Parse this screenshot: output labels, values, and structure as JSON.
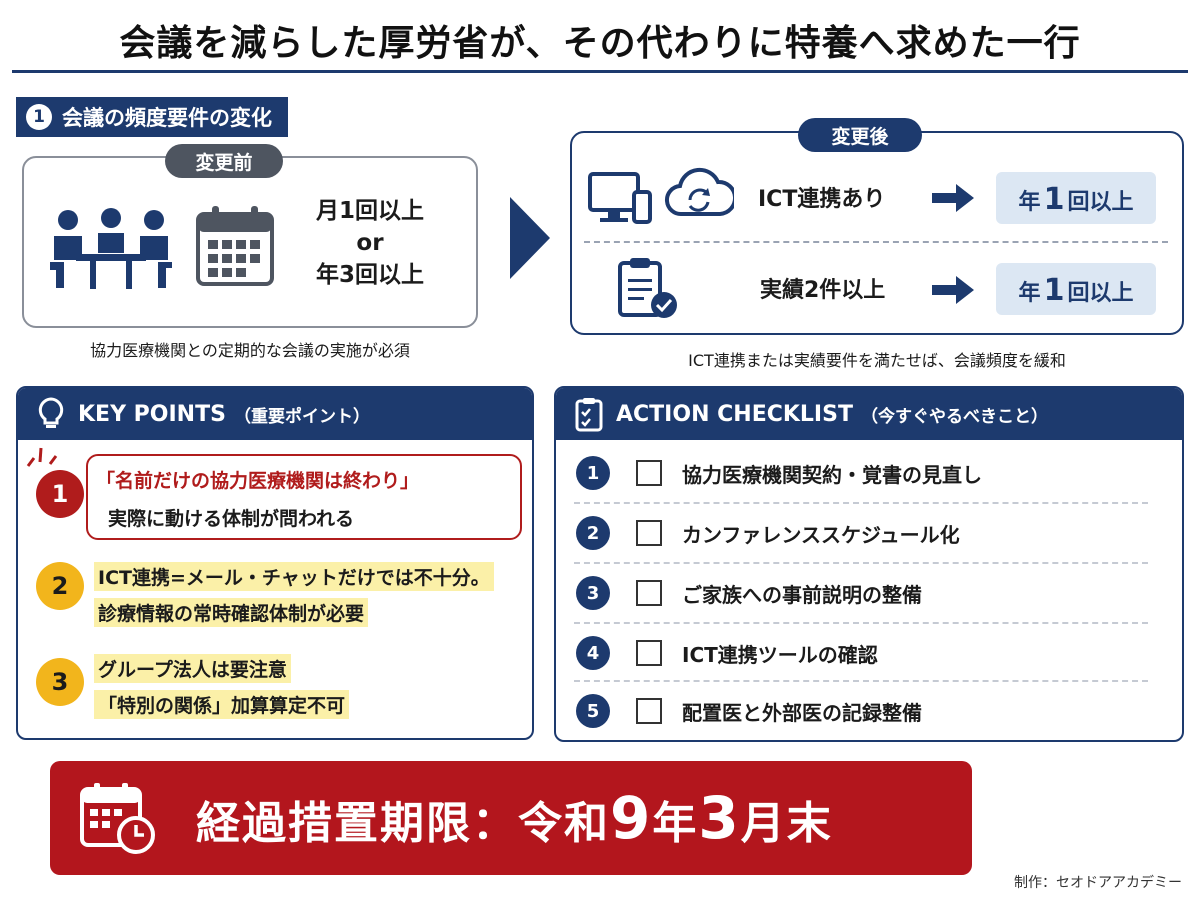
{
  "title": "会議を減らした厚労省が、その代わりに特養へ求めた一行",
  "section1": {
    "number": "1",
    "heading": "会議の頻度要件の変化",
    "before": {
      "pill": "変更前",
      "freq_line1": "月1回以上",
      "freq_line2": "or",
      "freq_line3": "年3回以上",
      "caption": "協力医療機関との定期的な会議の実施が必須"
    },
    "after": {
      "pill": "変更後",
      "row1_label": "ICT連携あり",
      "row1_result_prefix": "年",
      "row1_result_num": "1",
      "row1_result_suffix": "回以上",
      "row2_label": "実績2件以上",
      "row2_result_prefix": "年",
      "row2_result_num": "1",
      "row2_result_suffix": "回以上",
      "caption": "ICT連携または実績要件を満たせば、会議頻度を緩和"
    }
  },
  "key_points": {
    "heading": "KEY POINTS",
    "heading_sub": "（重要ポイント）",
    "items": [
      {
        "number": "1",
        "line1": "「名前だけの協力医療機関は終わり」",
        "line2": "実際に動ける体制が問われる"
      },
      {
        "number": "2",
        "line1": "ICT連携=メール・チャットだけでは不十分。",
        "line2": "診療情報の常時確認体制が必要"
      },
      {
        "number": "3",
        "line1": "グループ法人は要注意",
        "line2": "「特別の関係」加算算定不可"
      }
    ]
  },
  "checklist": {
    "heading": "ACTION CHECKLIST",
    "heading_sub": "（今すぐやるべきこと）",
    "items": [
      {
        "number": "1",
        "label": "協力医療機関契約・覚書の見直し"
      },
      {
        "number": "2",
        "label": "カンファレンススケジュール化"
      },
      {
        "number": "3",
        "label": "ご家族への事前説明の整備"
      },
      {
        "number": "4",
        "label": "ICT連携ツールの確認"
      },
      {
        "number": "5",
        "label": "配置医と外部医の記録整備"
      }
    ]
  },
  "deadline": {
    "prefix": "経過措置期限：令和",
    "year": "9",
    "mid": "年",
    "month": "3",
    "suffix": "月末"
  },
  "credit": "制作：セオドアアカデミー",
  "colors": {
    "navy": "#1d3a6e",
    "red": "#b3161d",
    "yellow": "#f2b51c",
    "highlight": "#fbf0a8",
    "result_bg": "#dce7f3"
  },
  "icons": [
    "meeting-people-icon",
    "calendar-icon",
    "monitor-phone-icon",
    "cloud-sync-icon",
    "clipboard-check-icon",
    "arrow-right-icon",
    "lightbulb-icon",
    "checklist-icon",
    "calendar-clock-icon"
  ]
}
